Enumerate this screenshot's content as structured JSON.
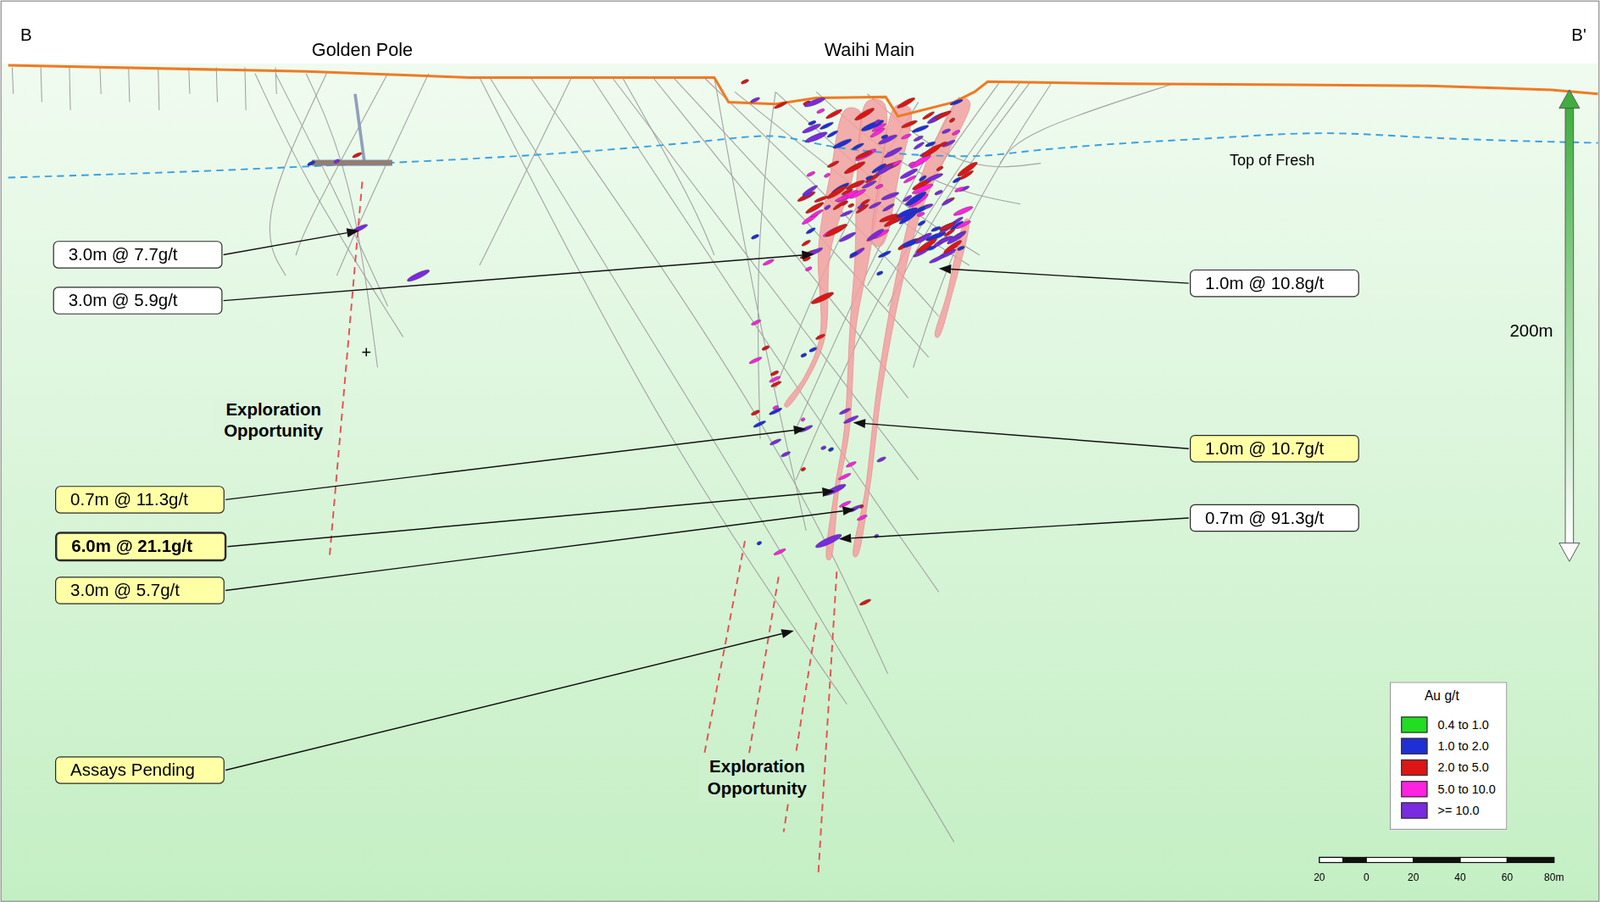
{
  "diagram": {
    "nodes": [
      {
        "text": [
          "3.0m @ 7.7g/t"
        ]
      },
      {
        "text": [
          "1.0m @ 10.8g/t"
        ]
      },
      {
        "text": [
          "3.0m @ 5.9g/t"
        ]
      },
      {
        "text": [
          "1.0m @ 10.7g/t"
        ]
      },
      {
        "text": [
          "0.7m @ 11.3g/t"
        ]
      },
      {
        "text": [
          "0.7m @ 91.3g/t"
        ]
      },
      {
        "text": [
          "6.0m @ 21.1g/t"
        ]
      },
      {
        "text": [
          "3.0m @ 5.7g/t"
        ]
      },
      {
        "text": [
          "Assays Pending"
        ]
      }
    ],
    "labels": [
      "B",
      "B'",
      "Golden Pole",
      "Waihi Main",
      "Top of Fresh",
      "200m",
      "Exploration Opportunity",
      "Exploration Opportunity",
      "Au g/t",
      "20",
      "0",
      "20",
      "40",
      "60",
      "80m"
    ],
    "legend": [
      {
        "text": "0.4 to 1.0",
        "color": "#22dd22"
      },
      {
        "text": "1.0 to 2.0",
        "color": "#1f2fd6"
      },
      {
        "text": "2.0 to 5.0",
        "color": "#dd1515"
      },
      {
        "text": "5.0 to 10.0",
        "color": "#ff22e0"
      },
      {
        "text": ">= 10.0",
        "color": "#7a2ae0"
      }
    ]
  }
}
